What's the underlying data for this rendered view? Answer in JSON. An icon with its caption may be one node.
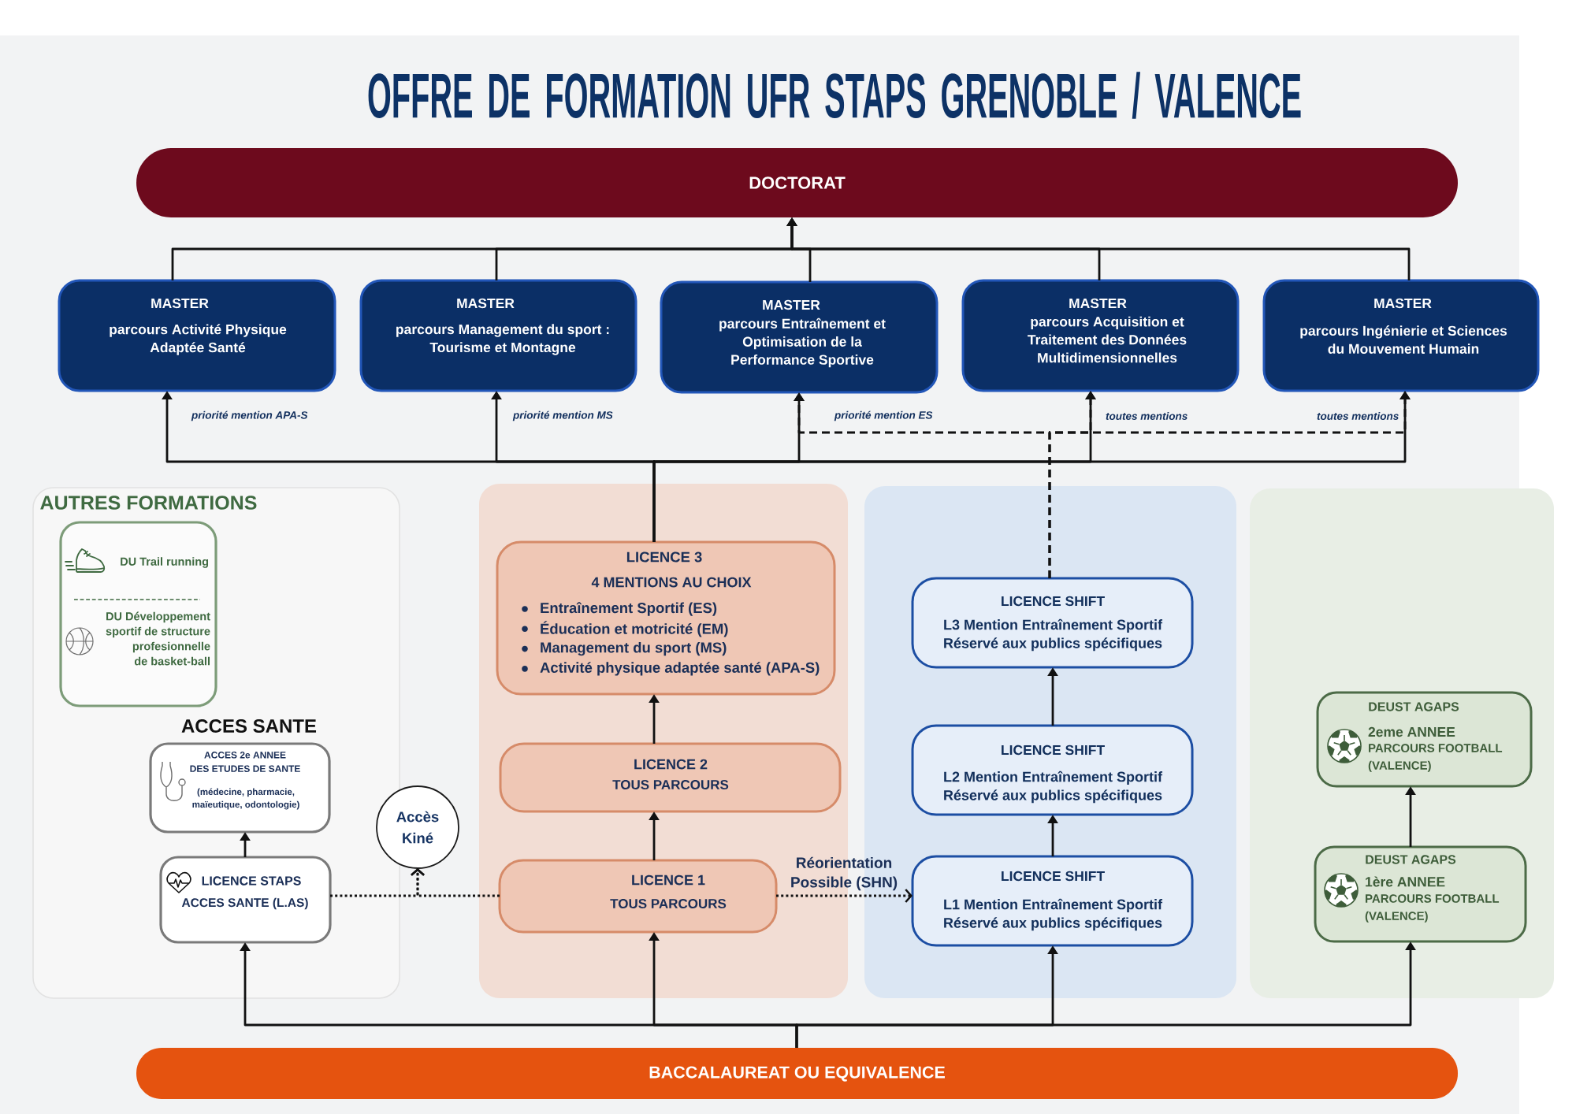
{
  "diagram": {
    "title": "OFFRE DE FORMATION UFR STAPS GRENOBLE / VALENCE",
    "nodes": [
      {
        "text": [
          "DOCTORAT"
        ]
      },
      {
        "text": [
          "MASTER",
          "parcours Activité Physique Adaptée Santé"
        ]
      },
      {
        "text": [
          "MASTER",
          "parcours Management du sport : Tourisme et Montagne"
        ]
      },
      {
        "text": [
          "MASTER",
          "parcours Entraînement et Optimisation de la Performance Sportive"
        ]
      },
      {
        "text": [
          "MASTER",
          "parcours Acquisition et Traitement des Données Multidimensionnelles"
        ]
      },
      {
        "text": [
          "MASTER",
          "parcours Ingénierie et Sciences du Mouvement Humain"
        ]
      },
      {
        "text": [
          "AUTRES FORMATIONS"
        ]
      },
      {
        "text": [
          "DU Trail running",
          "DU Développement sportif de structure profesionnelle de basket-ball"
        ],
        "in": 6
      },
      {
        "text": [
          "ACCES 2e ANNEE DES ETUDES DE SANTE",
          "(médecine, pharmacie, maïeutique, odontologie)"
        ],
        "in": 6
      },
      {
        "text": [
          "LICENCE STAPS",
          "ACCES SANTE (L.AS)"
        ],
        "in": 6
      },
      {
        "text": [
          "Accès Kiné"
        ]
      },
      {
        "text": [
          "LICENCE 3",
          "4 MENTIONS AU CHOIX",
          "Entraînement Sportif (ES)",
          "Éducation et motricité (EM)",
          "Management du sport (MS)",
          "Activité physique adaptée santé (APA-S)"
        ]
      },
      {
        "text": [
          "LICENCE 2",
          "TOUS PARCOURS"
        ]
      },
      {
        "text": [
          "LICENCE 1",
          "TOUS PARCOURS"
        ]
      },
      {
        "text": [
          "LICENCE SHIFT",
          "L3 Mention Entraînement Sportif Réservé aux publics spécifiques"
        ]
      },
      {
        "text": [
          "LICENCE SHIFT",
          "L2 Mention Entraînement Sportif Réservé aux publics spécifiques"
        ]
      },
      {
        "text": [
          "LICENCE SHIFT",
          "L1 Mention Entraînement Sportif Réservé aux publics spécifiques"
        ]
      },
      {
        "text": [
          "DEUST AGAPS",
          "2eme ANNEE",
          "PARCOURS FOOTBALL (VALENCE)"
        ]
      },
      {
        "text": [
          "DEUST AGAPS",
          "1ère ANNEE",
          "PARCOURS FOOTBALL (VALENCE)"
        ]
      },
      {
        "text": [
          "BACCALAUREAT OU EQUIVALENCE"
        ]
      }
    ],
    "edges": [
      {
        "from": 1,
        "to": 0,
        "arrow": "to"
      },
      {
        "from": 2,
        "to": 0,
        "arrow": "to"
      },
      {
        "from": 3,
        "to": 0,
        "arrow": "to"
      },
      {
        "from": 4,
        "to": 0,
        "arrow": "to"
      },
      {
        "from": 5,
        "to": 0,
        "arrow": "to"
      },
      {
        "from": 11,
        "to": 1,
        "arrow": "to",
        "label": "priorité mention APA-S"
      },
      {
        "from": 11,
        "to": 2,
        "arrow": "to",
        "label": "priorité mention MS"
      },
      {
        "from": 11,
        "to": 3,
        "arrow": "to"
      },
      {
        "from": 11,
        "to": 4,
        "arrow": "to",
        "label": "toutes mentions"
      },
      {
        "from": 11,
        "to": 5,
        "arrow": "to",
        "label": "toutes mentions"
      },
      {
        "from": 14,
        "to": 3,
        "arrow": "to",
        "style": "dashed",
        "label": "priorité mention ES"
      },
      {
        "from": 14,
        "to": 4,
        "arrow": "to",
        "style": "dashed"
      },
      {
        "from": 14,
        "to": 5,
        "arrow": "to",
        "style": "dashed"
      },
      {
        "from": 12,
        "to": 11,
        "arrow": "to"
      },
      {
        "from": 13,
        "to": 12,
        "arrow": "to"
      },
      {
        "from": 15,
        "to": 14,
        "arrow": "to"
      },
      {
        "from": 16,
        "to": 15,
        "arrow": "to"
      },
      {
        "from": 18,
        "to": 17,
        "arrow": "to"
      },
      {
        "from": 9,
        "to": 8,
        "arrow": "to"
      },
      {
        "from": 9,
        "to": 10,
        "arrow": "to",
        "style": "dashed"
      },
      {
        "from": 13,
        "to": 10,
        "arrow": "to",
        "style": "dashed"
      },
      {
        "from": 13,
        "to": 16,
        "arrow": "to",
        "style": "dashed",
        "label": "Réorientation Possible (SHN)"
      },
      {
        "from": 19,
        "to": 9,
        "arrow": "to"
      },
      {
        "from": 19,
        "to": 13,
        "arrow": "to"
      },
      {
        "from": 19,
        "to": 16,
        "arrow": "to"
      },
      {
        "from": 19,
        "to": 18,
        "arrow": "to"
      }
    ],
    "labels": [
      "ACCES SANTE"
    ]
  }
}
